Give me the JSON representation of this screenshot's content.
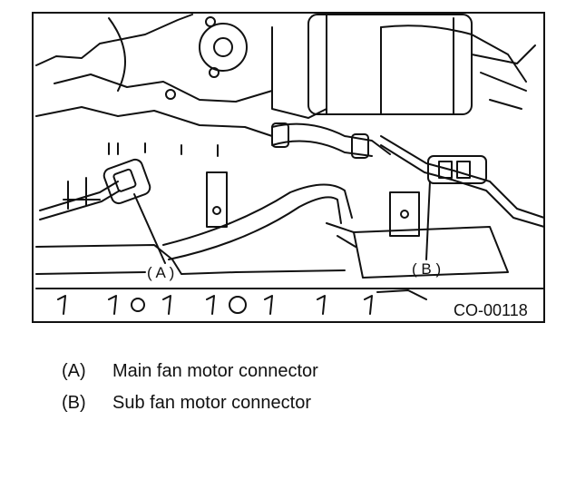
{
  "figure": {
    "code": "CO-00118",
    "callouts": [
      {
        "key": "a",
        "label": "( A )"
      },
      {
        "key": "b",
        "label": "( B )"
      }
    ]
  },
  "legend": [
    {
      "key": "(A)",
      "text": "Main fan motor connector"
    },
    {
      "key": "(B)",
      "text": "Sub fan motor connector"
    }
  ]
}
